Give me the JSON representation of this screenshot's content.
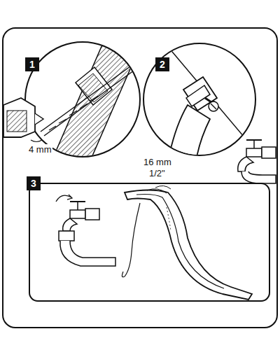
{
  "diagram": {
    "nodes": [
      {
        "text": [
          "1"
        ]
      },
      {
        "text": [
          "2"
        ]
      },
      {
        "text": [
          "3"
        ]
      }
    ],
    "labels": [
      "4 mm",
      "16 mm",
      "1/2\""
    ]
  }
}
